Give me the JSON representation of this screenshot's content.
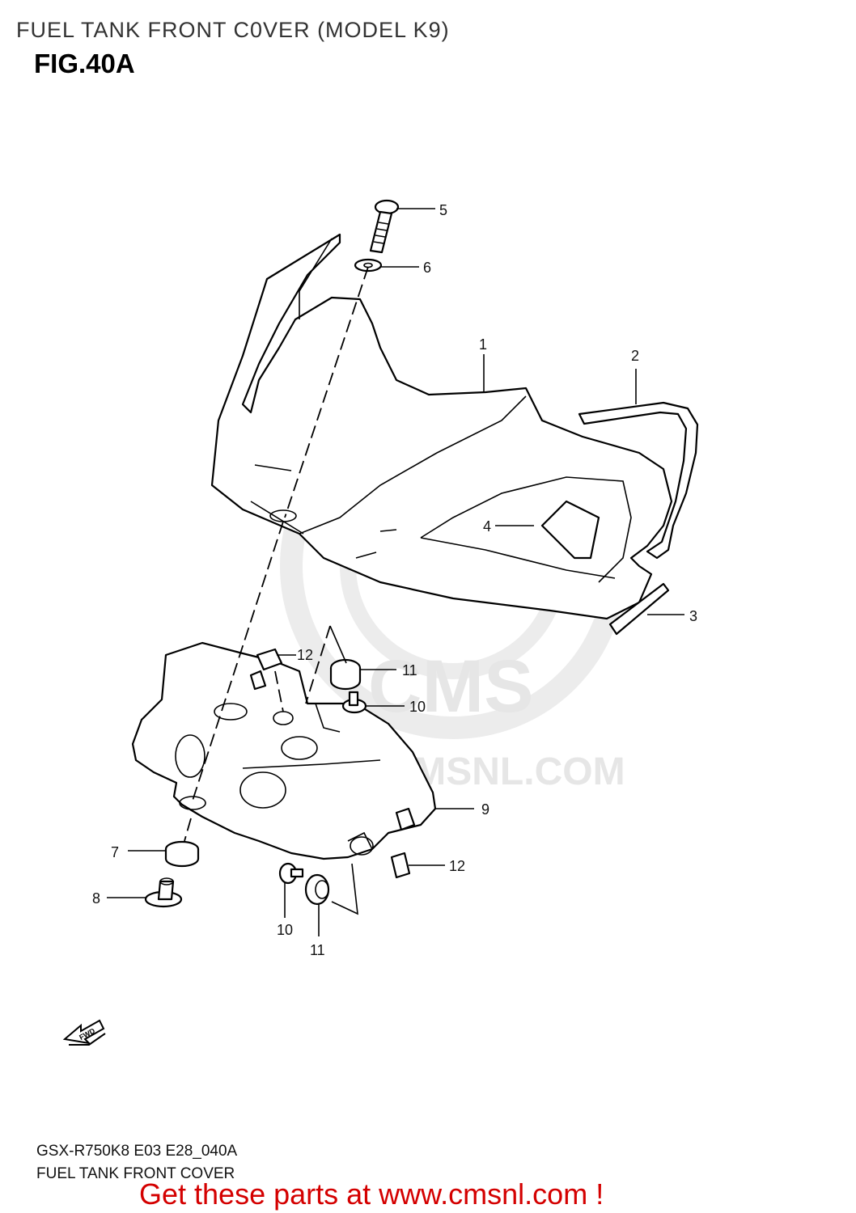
{
  "header": {
    "title": "FUEL TANK FRONT C0VER (MODEL K9)",
    "figure": "FIG.40A"
  },
  "watermark": {
    "brand": "CMS",
    "url": "WWW.CMSNL.COM"
  },
  "callouts": {
    "c1": "1",
    "c2": "2",
    "c3": "3",
    "c4": "4",
    "c5": "5",
    "c6": "6",
    "c7": "7",
    "c8": "8",
    "c9": "9",
    "c10a": "10",
    "c10b": "10",
    "c11a": "11",
    "c11b": "11",
    "c12a": "12",
    "c12b": "12"
  },
  "fwd_arrow": {
    "label": "FWD",
    "icon": "forward-arrow-icon"
  },
  "footer": {
    "code": "GSX-R750K8 E03 E28_040A",
    "name": "FUEL TANK FRONT COVER",
    "promo": "Get these parts at www.cmsnl.com !"
  },
  "colors": {
    "promo": "#d40000",
    "line": "#000000",
    "watermark": "#e6e6e6"
  }
}
